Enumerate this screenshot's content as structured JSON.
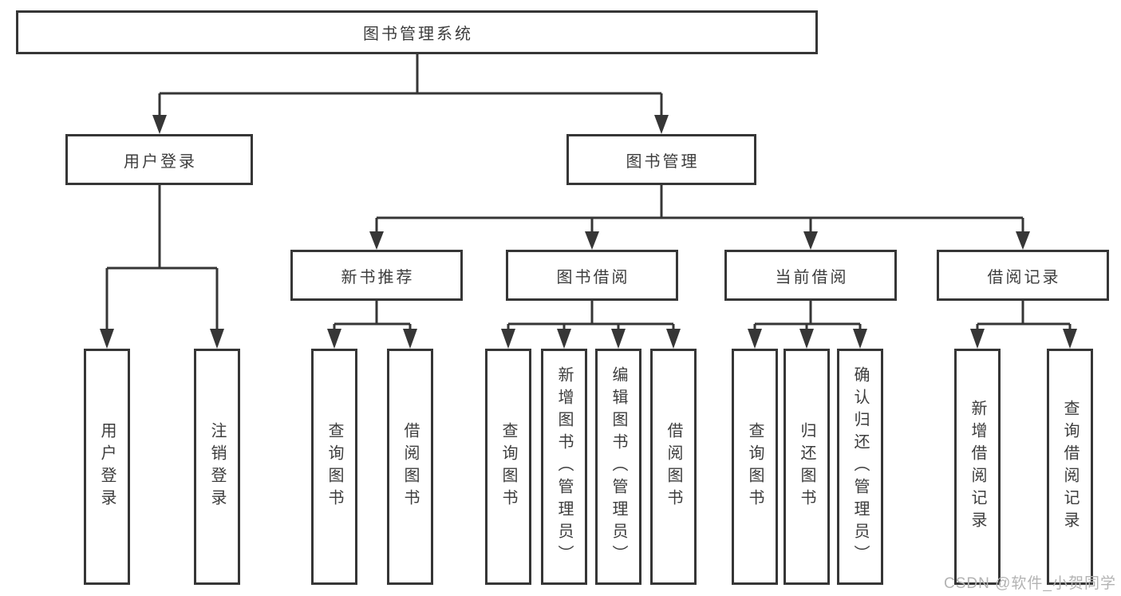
{
  "tree": {
    "label": "图书管理系统",
    "children": [
      {
        "label": "用户登录",
        "children": [
          {
            "label": "用户登录"
          },
          {
            "label": "注销登录"
          }
        ]
      },
      {
        "label": "图书管理",
        "children": [
          {
            "label": "新书推荐",
            "children": [
              {
                "label": "查询图书"
              },
              {
                "label": "借阅图书"
              }
            ]
          },
          {
            "label": "图书借阅",
            "children": [
              {
                "label": "查询图书"
              },
              {
                "label": "新增图书（管理员）"
              },
              {
                "label": "编辑图书（管理员）"
              },
              {
                "label": "借阅图书"
              }
            ]
          },
          {
            "label": "当前借阅",
            "children": [
              {
                "label": "查询图书"
              },
              {
                "label": "归还图书"
              },
              {
                "label": "确认归还（管理员）"
              }
            ]
          },
          {
            "label": "借阅记录",
            "children": [
              {
                "label": "新增借阅记录"
              },
              {
                "label": "查询借阅记录"
              }
            ]
          }
        ]
      }
    ]
  },
  "watermark": "CSDN @软件_小贺同学",
  "colors": {
    "line": "#363636",
    "text": "#3d3d3d",
    "watermark": "#b3b3b3",
    "background": "#ffffff"
  }
}
